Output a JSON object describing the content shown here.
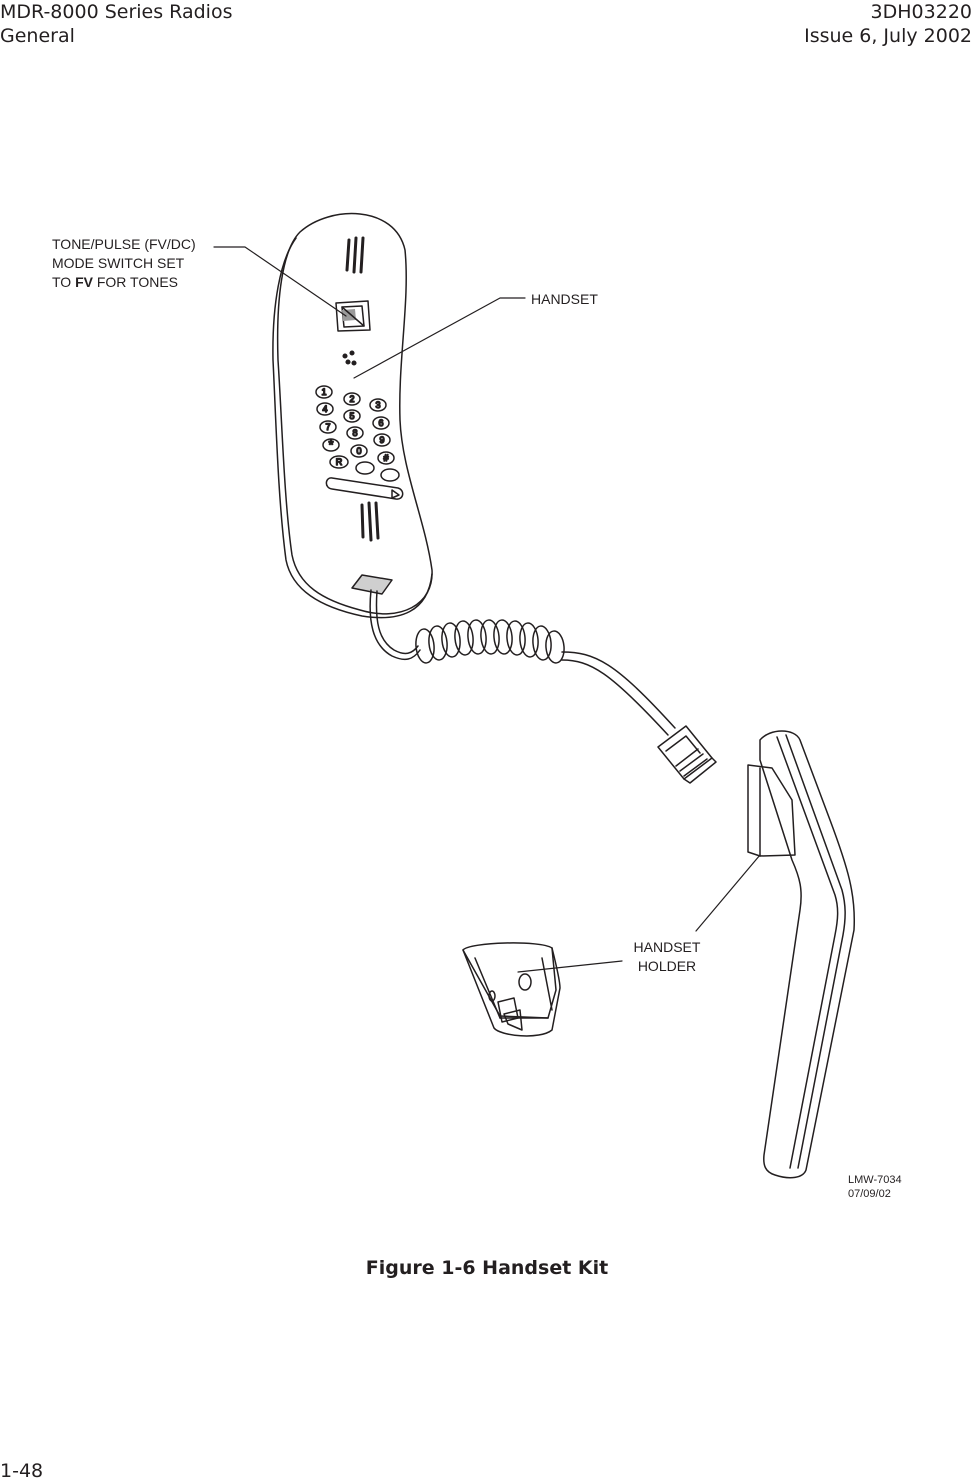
{
  "header": {
    "left_line1": "MDR-8000 Series Radios",
    "left_line2": "General",
    "right_line1": "3DH03220",
    "right_line2": "Issue 6, July 2002"
  },
  "figure": {
    "callout_switch": {
      "line1": "TONE/PULSE (FV/DC)",
      "line2": "MODE SWITCH SET",
      "line3_pre": "TO ",
      "line3_bold": "FV",
      "line3_post": " FOR TONES"
    },
    "callout_handset": "HANDSET",
    "callout_holder_line1": "HANDSET",
    "callout_holder_line2": "HOLDER",
    "drawing_id": "LMW-7034",
    "drawing_date": "07/09/02",
    "keypad": [
      "1",
      "2",
      "3",
      "4",
      "5",
      "6",
      "7",
      "8",
      "9",
      "*",
      "0",
      "#",
      "R"
    ]
  },
  "caption": "Figure 1-6  Handset Kit",
  "page_number": "1-48"
}
